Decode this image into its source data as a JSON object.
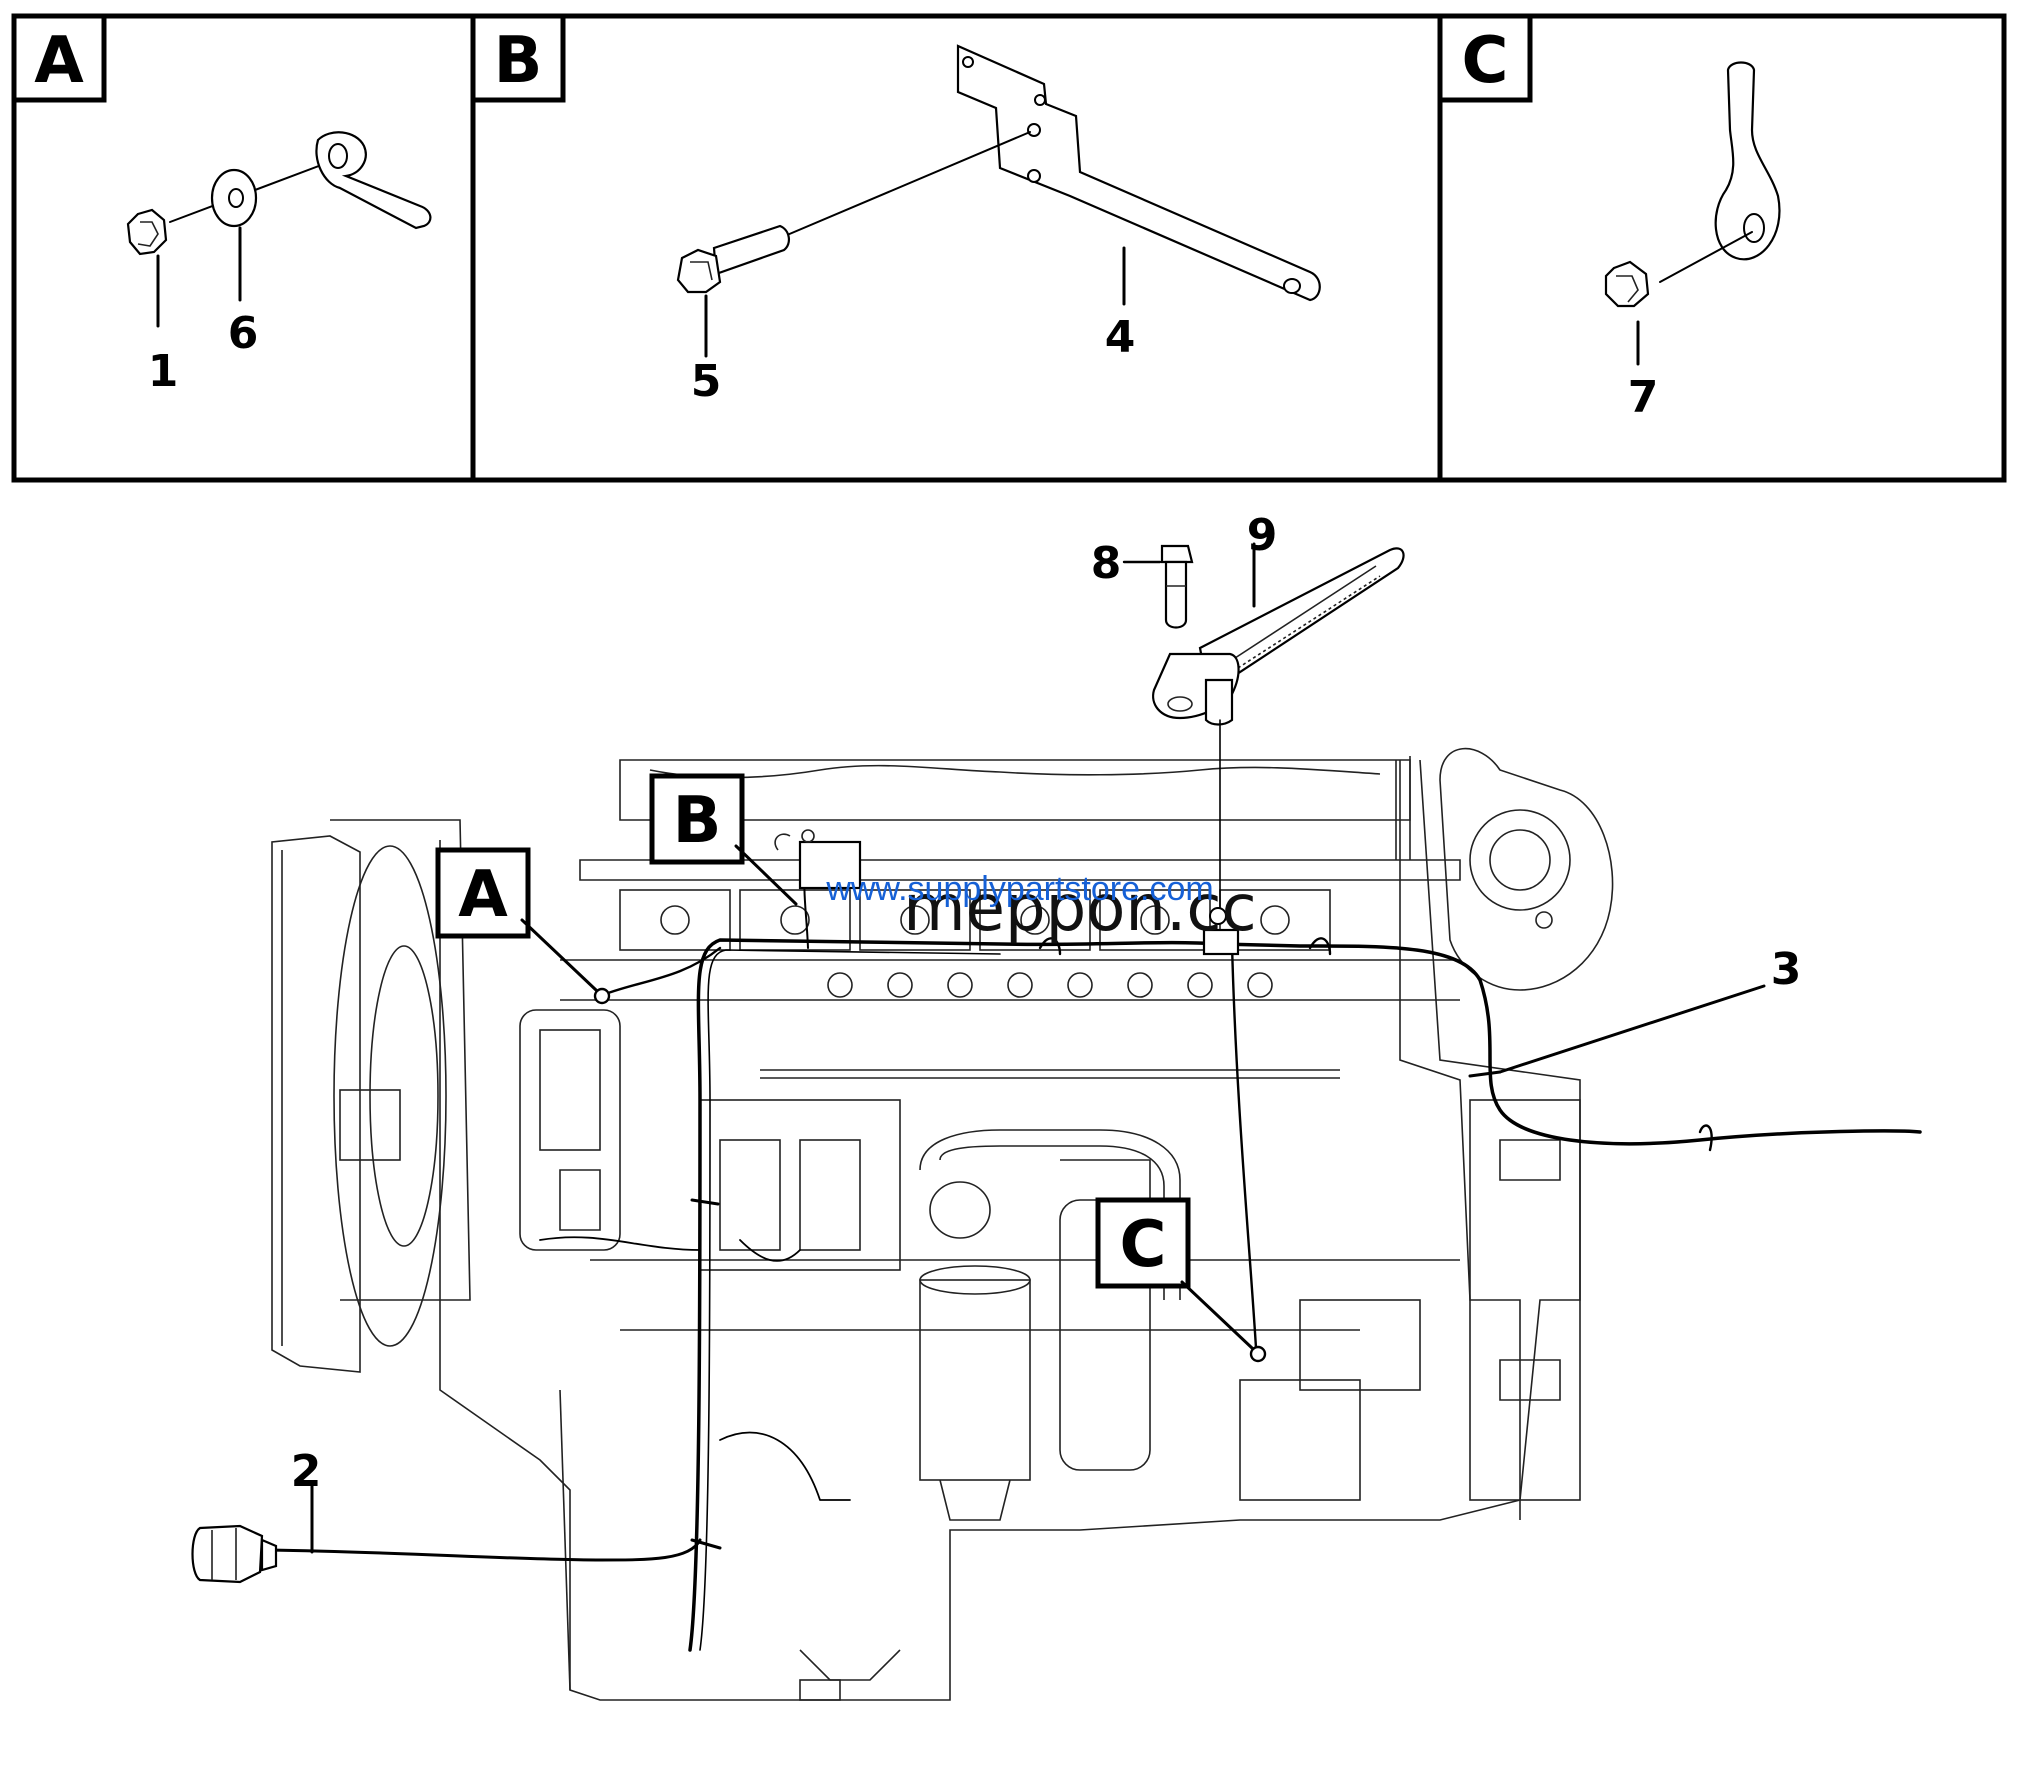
{
  "detail_views": [
    {
      "id": "A",
      "callouts": [
        "1",
        "6"
      ]
    },
    {
      "id": "B",
      "callouts": [
        "5",
        "4"
      ]
    },
    {
      "id": "C",
      "callouts": [
        "7"
      ]
    }
  ],
  "main_callouts": [
    "8",
    "9",
    "3",
    "2"
  ],
  "view_tags": [
    "A",
    "B",
    "C"
  ],
  "watermark": {
    "url": "www.supplypartstore.com",
    "brand": "meppon.cc",
    "url_color": "#1560d6"
  },
  "icons": [
    "nut-icon",
    "washer-icon",
    "ring-terminal-icon",
    "bolt-icon",
    "bracket-icon",
    "cable-tie-icon",
    "connector-icon",
    "engine-drawing"
  ]
}
